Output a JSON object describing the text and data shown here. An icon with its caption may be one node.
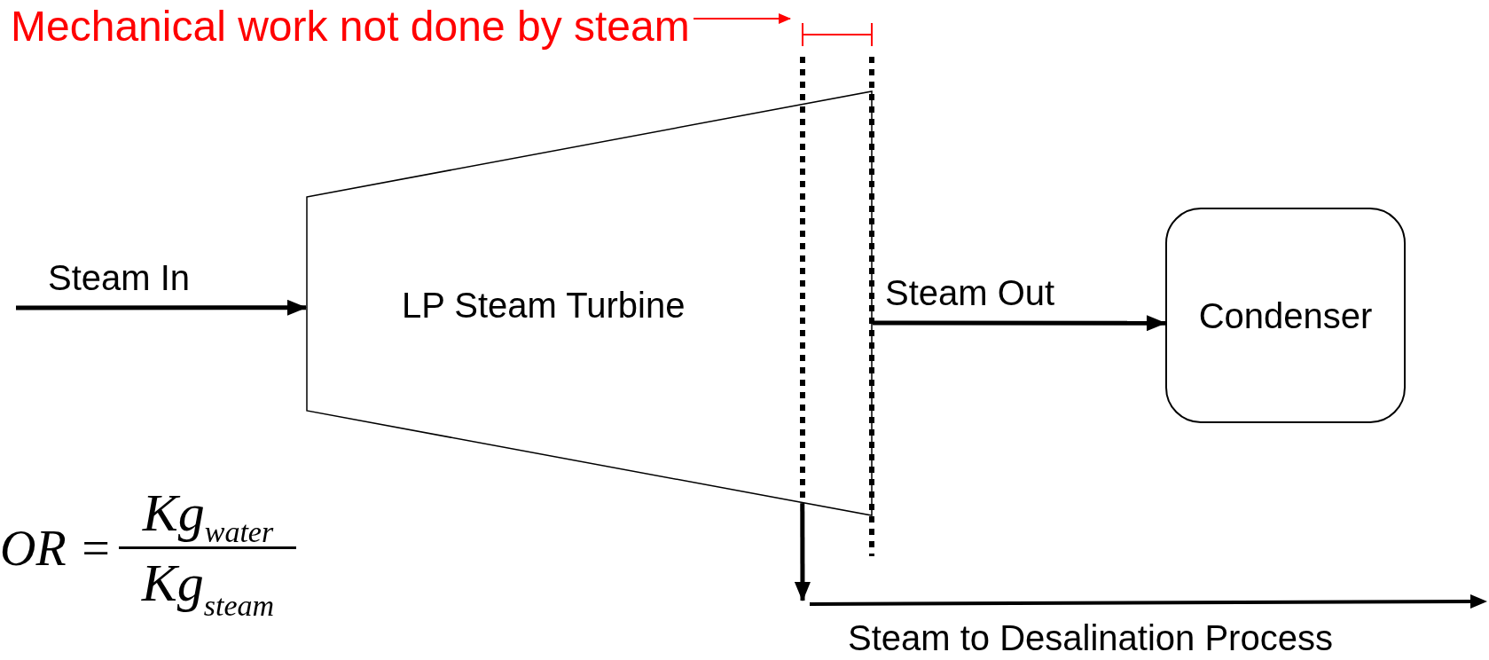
{
  "diagram": {
    "nodes": [
      {
        "text": [
          "LP Steam Turbine"
        ]
      },
      {
        "text": [
          "Condenser"
        ]
      },
      {
        "text": [
          "Mechanical work not done by steam"
        ]
      }
    ],
    "edges": [
      {
        "from": null,
        "to": 0,
        "arrow": "to",
        "label": "Steam In"
      },
      {
        "from": 0,
        "to": 1,
        "arrow": "to",
        "label": "Steam Out"
      },
      {
        "from": 0,
        "to": null,
        "arrow": "to"
      },
      {
        "from": 2,
        "to": null,
        "arrow": "to",
        "color": "#ff0000"
      }
    ],
    "labels": [
      "OR =",
      "Kg$_{water}$",
      "Kg$_{steam}$",
      "Steam to Desalination Process"
    ]
  }
}
